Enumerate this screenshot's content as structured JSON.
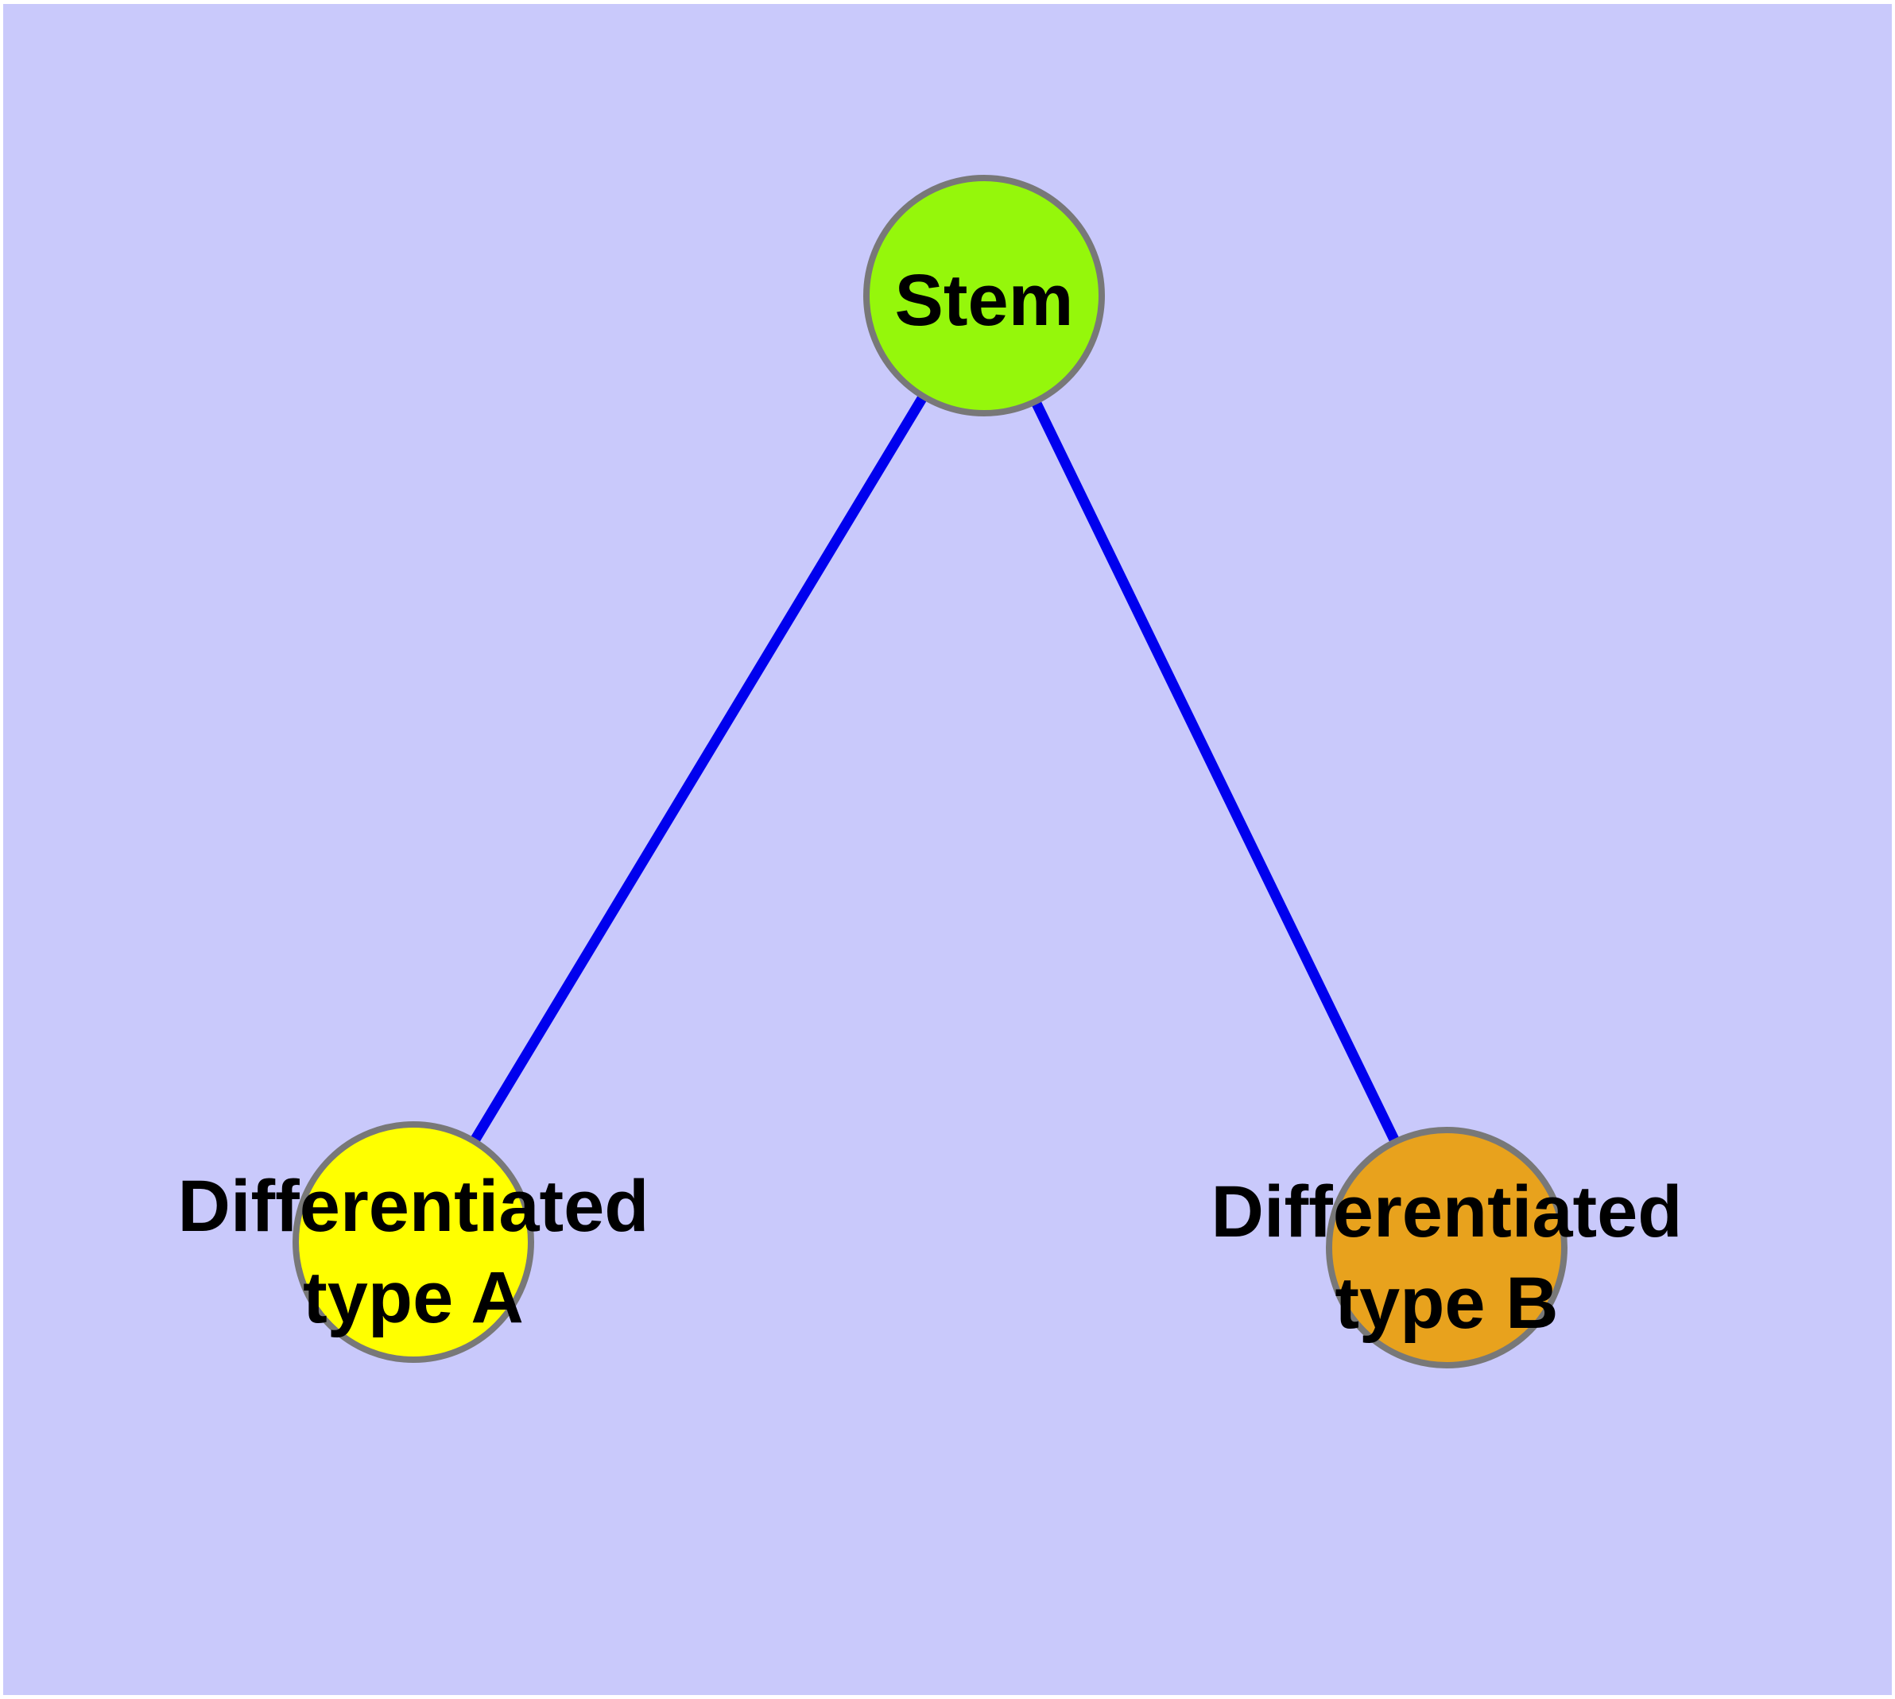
{
  "diagram": {
    "page_color": "#FFFFFF",
    "background_color": "#C9C9FB",
    "edge_color": "#0000EE",
    "node_border_color": "#787878",
    "label_color": "#000000",
    "nodes": {
      "stem": {
        "label": "Stem",
        "fill": "#95F70B"
      },
      "type_a": {
        "label_lines": [
          "Differentiated",
          "type A"
        ],
        "fill": "#FFFF00"
      },
      "type_b": {
        "label_lines": [
          "Differentiated",
          "type B"
        ],
        "fill": "#E8A21D"
      }
    },
    "edges": [
      {
        "from": "stem",
        "to": "type_a"
      },
      {
        "from": "stem",
        "to": "type_b"
      }
    ]
  }
}
